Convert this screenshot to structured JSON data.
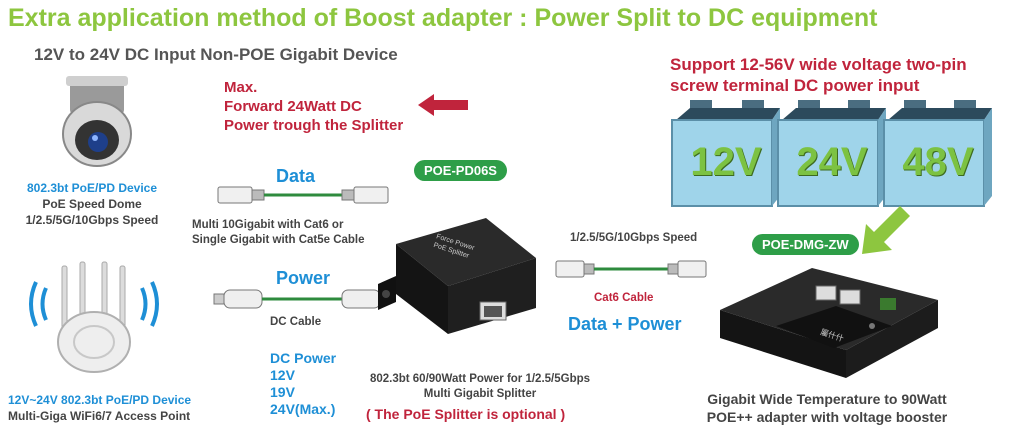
{
  "title": "Extra application method of Boost adapter : Power Split to DC equipment",
  "subtitle": "12V to 24V DC Input Non-POE Gigabit Device",
  "max_note": {
    "line1": "Max.",
    "line2": "Forward 24Watt DC",
    "line3": "Power trough the Splitter"
  },
  "voltage_note": {
    "line1": "Support 12-56V wide voltage two-pin",
    "line2": "screw terminal DC power input"
  },
  "batteries": [
    "12V",
    "24V",
    "48V"
  ],
  "dome": {
    "line1": "802.3bt PoE/PD Device",
    "line2": "PoE Speed Dome",
    "line3": "1/2.5/5G/10Gbps  Speed"
  },
  "ap": {
    "line1": "12V~24V 802.3bt PoE/PD Device",
    "line2": "Multi-Giga WiFi6/7 Access Point"
  },
  "data_label": "Data",
  "data_cable_note": {
    "line1": "Multi 10Gigabit with Cat6 or",
    "line2": "Single Gigabit with Cat5e Cable"
  },
  "power_label": "Power",
  "dc_cable": "DC Cable",
  "dc_power": {
    "head": "DC Power",
    "v1": "12V",
    "v2": "19V",
    "v3": "24V(Max.)"
  },
  "splitter_badge": "POE-PD06S",
  "splitter_device_text": {
    "line1": "Force Power",
    "line2": "PoE Splitter"
  },
  "splitter_desc": {
    "line1": "802.3bt 60/90Watt Power for 1/2.5/5Gbps",
    "line2": "Multi Gigabit Splitter"
  },
  "optional_note": "( The PoE Splitter is optional )",
  "speed_label": "1/2.5/5G/10Gbps  Speed",
  "cat6_cable": "Cat6 Cable",
  "data_power": "Data + Power",
  "booster_badge": "POE-DMG-ZW",
  "booster_device_text": "屬什什",
  "booster_desc": {
    "line1": "Gigabit Wide Temperature to 90Watt",
    "line2": "POE++ adapter with voltage booster"
  },
  "colors": {
    "title": "#8dc63f",
    "red": "#c0243c",
    "blue": "#1e8fd6",
    "green": "#2ea84a",
    "battery": "#9fd4ea"
  }
}
